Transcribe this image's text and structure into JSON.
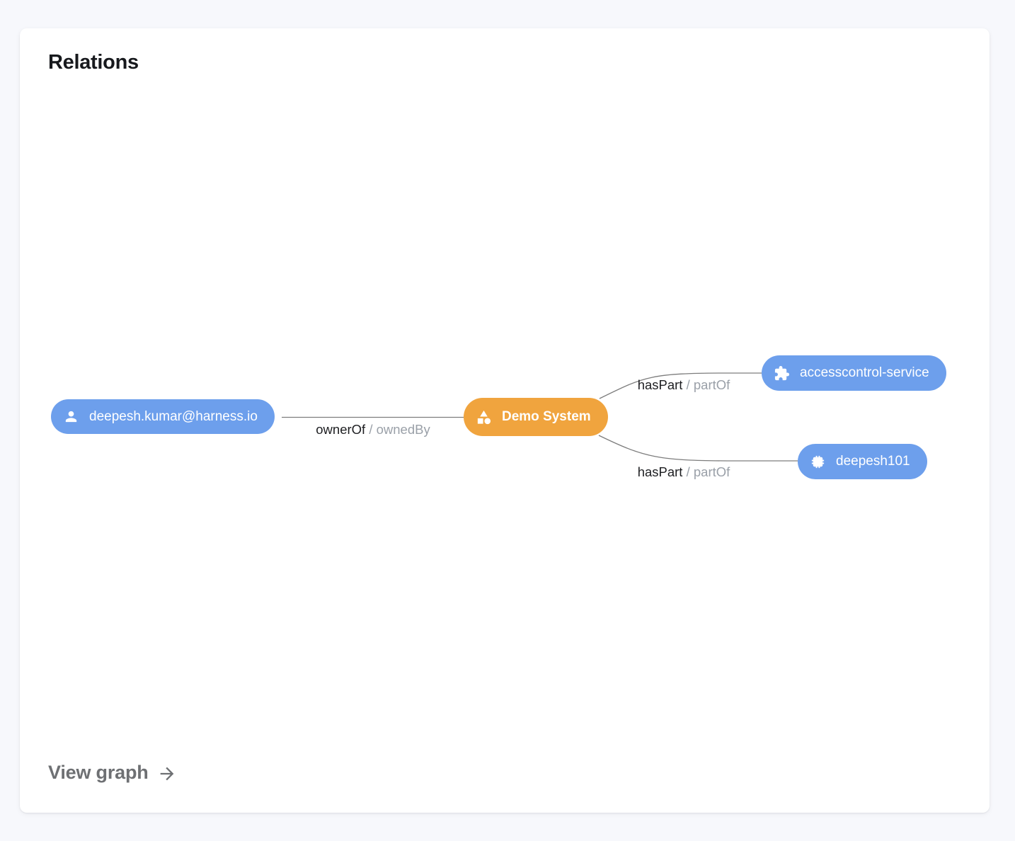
{
  "card": {
    "title": "Relations",
    "footer": {
      "view_graph_label": "View graph"
    }
  },
  "colors": {
    "page_background": "#f7f8fc",
    "card_background": "#ffffff",
    "node_blue": "#6d9fec",
    "node_orange": "#f0a43e",
    "node_text": "#ffffff",
    "edge_line": "#7d7d7d",
    "edge_label_primary": "#1d1e21",
    "edge_label_secondary": "#9aa0a8",
    "footer_link": "#6e7073"
  },
  "graph": {
    "nodes": [
      {
        "id": "user-deepesh",
        "kind": "user",
        "label": "deepesh.kumar@harness.io",
        "icon": "person-icon",
        "color": "#6d9fec"
      },
      {
        "id": "system-demo",
        "kind": "system",
        "label": "Demo System",
        "icon": "category-icon",
        "color": "#f0a43e"
      },
      {
        "id": "component-accesscontrol",
        "kind": "component",
        "label": "accesscontrol-service",
        "icon": "puzzle-icon",
        "color": "#6d9fec"
      },
      {
        "id": "resource-deepesh101",
        "kind": "resource",
        "label": "deepesh101",
        "icon": "chip-icon",
        "color": "#6d9fec"
      }
    ],
    "edges": [
      {
        "from": "user-deepesh",
        "to": "system-demo",
        "label_primary": "ownerOf",
        "separator": " / ",
        "label_secondary": "ownedBy"
      },
      {
        "from": "system-demo",
        "to": "component-accesscontrol",
        "label_primary": "hasPart",
        "separator": " / ",
        "label_secondary": "partOf"
      },
      {
        "from": "system-demo",
        "to": "resource-deepesh101",
        "label_primary": "hasPart",
        "separator": " / ",
        "label_secondary": "partOf"
      }
    ]
  }
}
